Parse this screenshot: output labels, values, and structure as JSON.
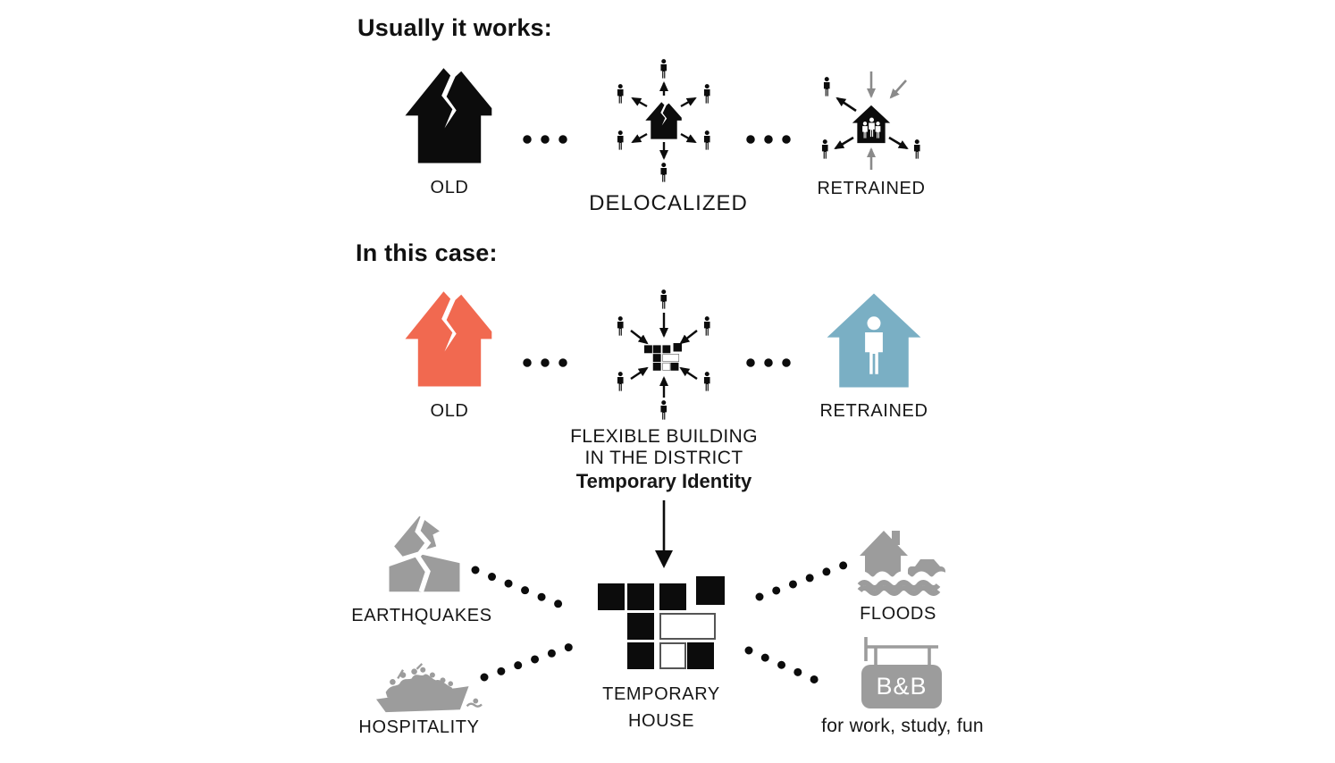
{
  "colors": {
    "ink": "#0c0c0c",
    "orange": "#f16950",
    "blue": "#7aafc4",
    "gray": "#9c9c9c",
    "arrow_gray": "#8a8a8a",
    "text": "#161616"
  },
  "section_usual": {
    "title": "Usually it works:",
    "old_label": "OLD",
    "delocalized_label": "DELOCALIZED",
    "retrained_label": "RETRAINED"
  },
  "section_case": {
    "title": "In this case:",
    "old_label": "OLD",
    "retrained_label": "RETRAINED",
    "caption_line1": "FLEXIBLE BUILDING",
    "caption_line2": "IN THE DISTRICT",
    "caption_line3": "Temporary Identity"
  },
  "section_outcomes": {
    "earthquakes_label": "EARTHQUAKES",
    "hospitality_label": "HOSPITALITY",
    "floods_label": "FLOODS",
    "temporary_house_line1": "TEMPORARY",
    "temporary_house_line2": "HOUSE",
    "bnb_sign_text": "B&B",
    "bnb_caption": "for work, study, fun"
  },
  "icons": {
    "broken-house": "house silhouette split by lightning crack",
    "house": "simple house silhouette",
    "house-family": "black house with three white people inside",
    "house-person": "blue house with white person inside",
    "person": "standing person pictogram",
    "pixel-building": "block/pixel building logo",
    "earthquake-house": "gray cracked tilted house",
    "flood-house-car": "gray house and car in flood water",
    "refugee-boat": "gray crowded boat with people",
    "bnb-sign": "gray hanging B&B sign"
  }
}
